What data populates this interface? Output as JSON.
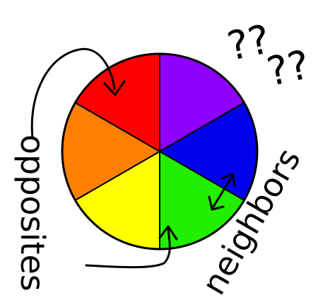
{
  "wheel": {
    "segments": [
      {
        "name": "violet",
        "color": "#8f00ff"
      },
      {
        "name": "blue",
        "color": "#0000ee"
      },
      {
        "name": "green",
        "color": "#22ee00"
      },
      {
        "name": "yellow",
        "color": "#ffff00"
      },
      {
        "name": "orange",
        "color": "#ff8000"
      },
      {
        "name": "red",
        "color": "#ff0000"
      }
    ]
  },
  "labels": {
    "opposites": "opposites",
    "neighbors": "neighbors",
    "question": "??"
  }
}
